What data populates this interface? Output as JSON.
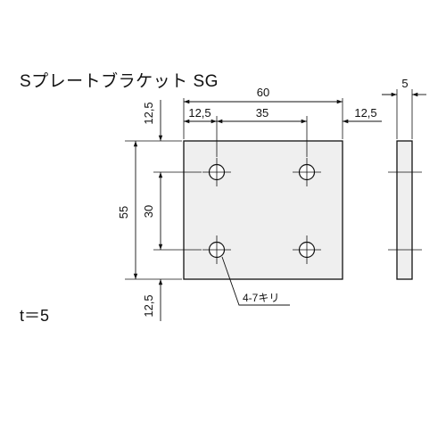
{
  "title": "Sプレートブラケット SG",
  "thickness_note": "t＝5",
  "dimensions": {
    "width_total": "60",
    "hole_pitch_x": "35",
    "edge_left": "12,5",
    "edge_right": "12,5",
    "height_total": "55",
    "hole_pitch_y": "30",
    "edge_top": "12,5",
    "edge_bottom": "12,5",
    "side_thickness": "5"
  },
  "callout": "4-7キリ",
  "colors": {
    "plate_fill": "#efefef",
    "line": "#111111"
  }
}
